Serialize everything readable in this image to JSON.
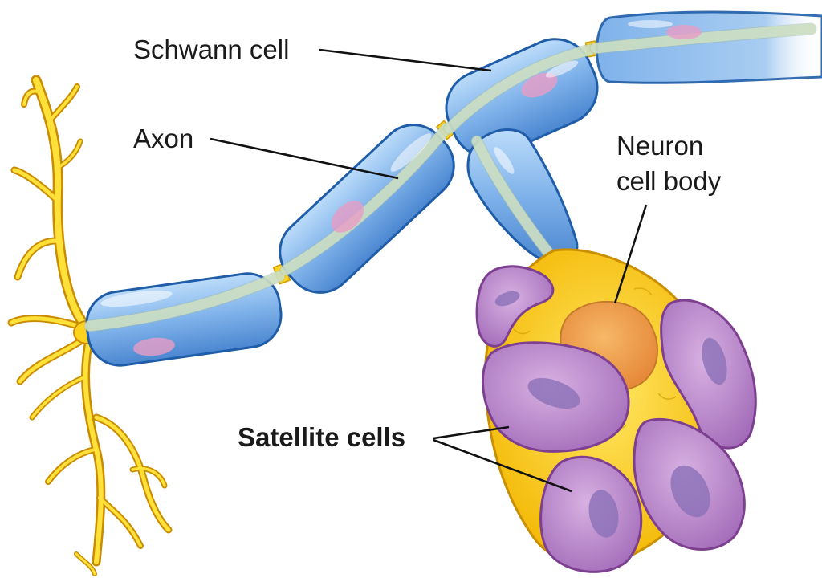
{
  "labels": {
    "schwann_cell": "Schwann cell",
    "axon": "Axon",
    "neuron_cell_body_line1": "Neuron",
    "neuron_cell_body_line2": "cell body",
    "satellite_cells": "Satellite cells"
  },
  "colors": {
    "myelin_sheath": "#7fb2ea",
    "sheath_outline": "#1f5da8",
    "axon": "#cfe0c4",
    "schwann_nucleus": "#e79cc5",
    "dendrite": "#ffd21e",
    "cell_body": "#ffd21e",
    "cell_nucleus": "#f0a04a",
    "satellite_cell": "#c08ad0",
    "satellite_nucleus": "#8b71b8",
    "leader_line": "#111111"
  }
}
